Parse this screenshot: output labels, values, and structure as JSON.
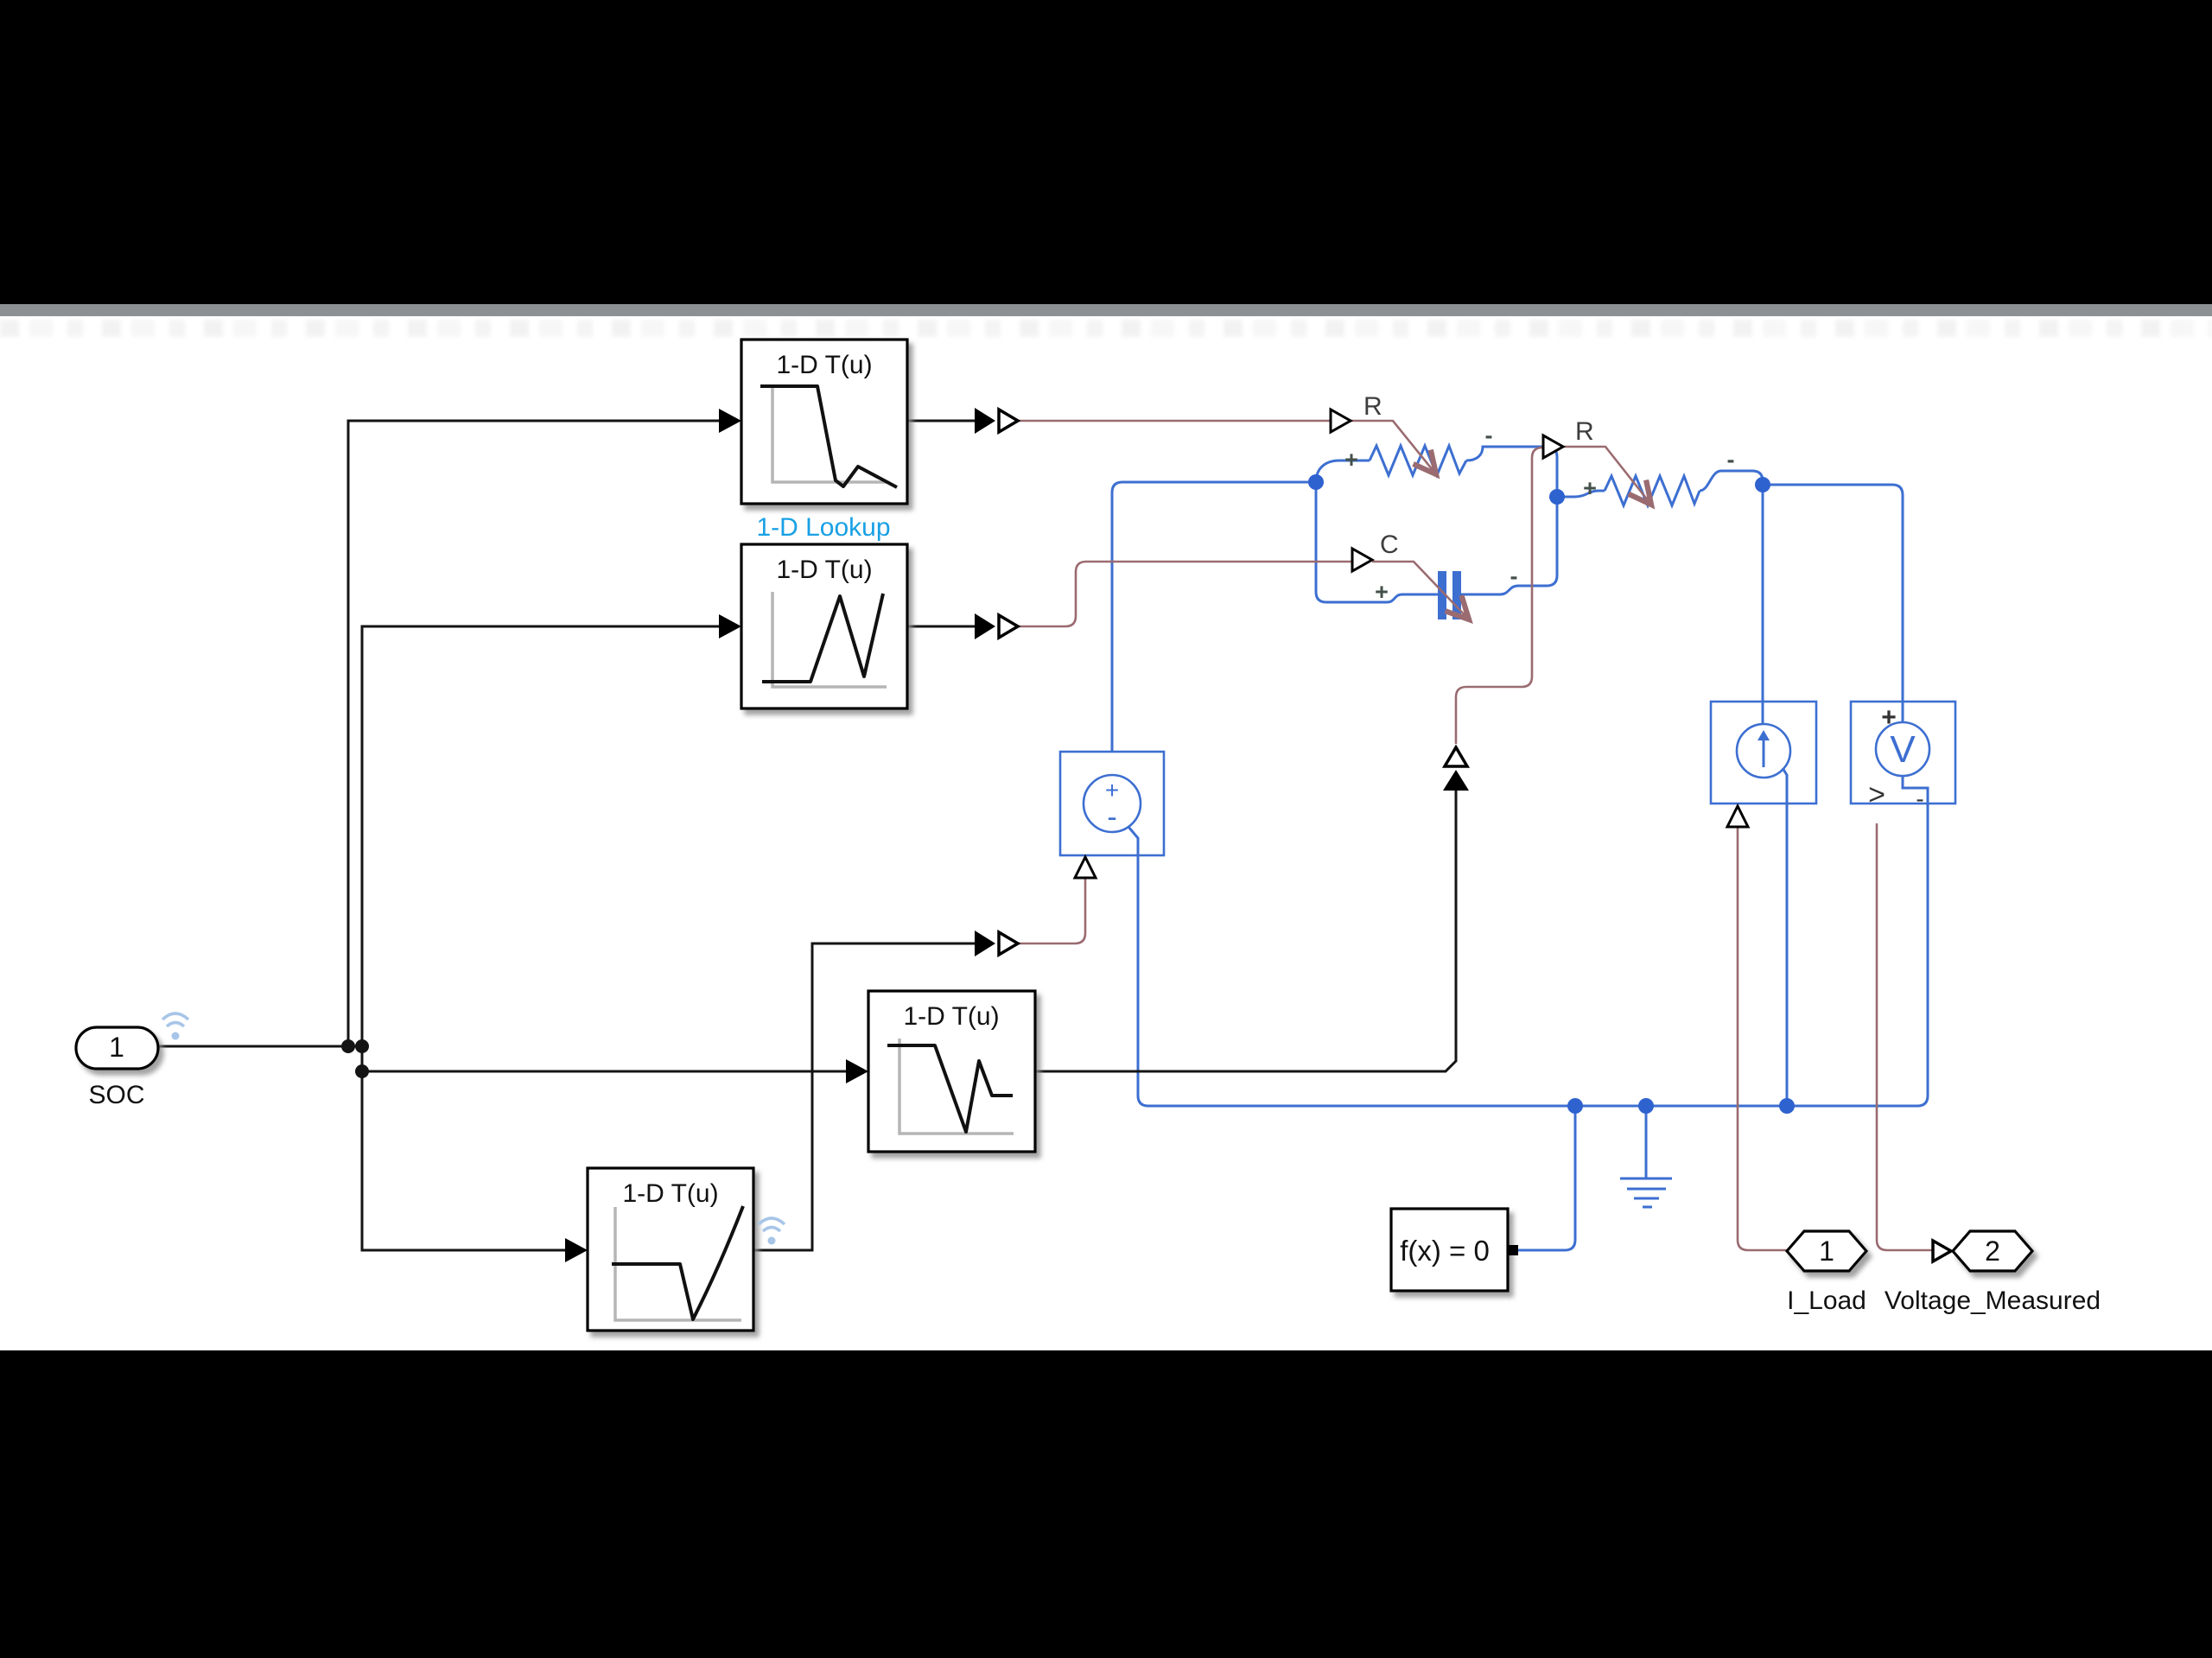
{
  "blocks": {
    "lookup1": {
      "title": "1-D T(u)",
      "name_label": "1-D Lookup"
    },
    "lookup2": {
      "title": "1-D T(u)"
    },
    "lookup3": {
      "title": "1-D T(u)"
    },
    "lookup4": {
      "title": "1-D T(u)"
    },
    "solver": {
      "text": "f(x) = 0"
    },
    "variable_resistor_1": {
      "port_label": "R",
      "plus": "+",
      "minus": "-"
    },
    "variable_resistor_2": {
      "port_label": "R",
      "plus": "+",
      "minus": "-"
    },
    "variable_capacitor": {
      "port_label": "C",
      "plus": "+",
      "minus": "-"
    },
    "voltage_source": {
      "plus": "+",
      "minus": "-"
    },
    "voltage_sensor": {
      "letter": "V",
      "plus": "+",
      "minus": "-",
      "ps_marker": ">"
    }
  },
  "ports": {
    "soc": {
      "number": "1",
      "label": "SOC"
    },
    "i_load": {
      "number": "1",
      "label": "I_Load"
    },
    "voltage_measured": {
      "number": "2",
      "label": "Voltage_Measured"
    }
  },
  "colors": {
    "electrical_blue": "#3d6fd1",
    "physical_signal_brown": "#9a6b70",
    "signal_black": "#141414",
    "label_blue": "#18a0e4",
    "canvas": "#ffffff",
    "letterbox": "#000000"
  }
}
